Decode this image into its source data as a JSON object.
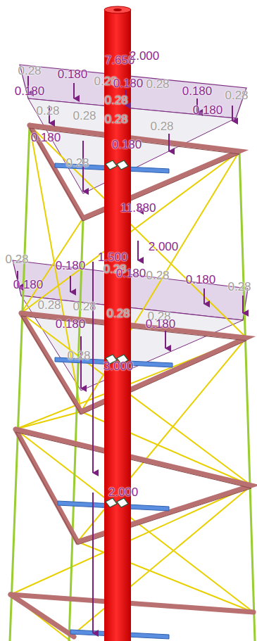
{
  "diagram": {
    "labels": [
      "7.650",
      "2.000",
      "0.28",
      "0.180",
      "0.28",
      "0.180",
      "0.28",
      "0.180",
      "0.28",
      "0.180",
      "0.28",
      "0.180",
      "0.28",
      "0.28",
      "0.28",
      "0.28",
      "0.180",
      "0.180",
      "0.28",
      "11.380",
      "2.000",
      "1.500",
      "0.28",
      "0.180",
      "0.28",
      "0.180",
      "0.28",
      "0.180",
      "0.28",
      "0.180",
      "0.28",
      "0.28",
      "0.28",
      "0.28",
      "0.180",
      "0.180",
      "0.28",
      "3.000",
      "2.000"
    ]
  }
}
